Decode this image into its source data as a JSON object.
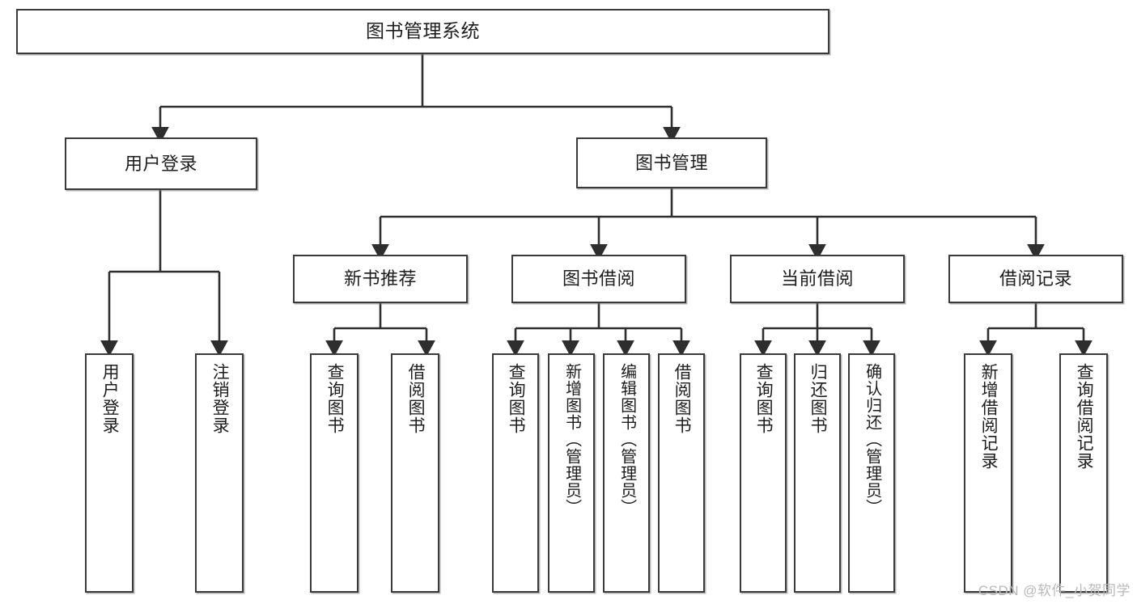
{
  "diagram": {
    "title": "图书管理系统",
    "type": "tree",
    "watermark": "CSDN @软件_小贺同学",
    "colors": {
      "stroke": "#3a3a3a",
      "fill": "#ffffff",
      "text": "#1d1d1d",
      "watermark": "#b9b9b9"
    },
    "nodes": {
      "root": {
        "label": "图书管理系统"
      },
      "level2": [
        {
          "id": "user-login",
          "label": "用户登录"
        },
        {
          "id": "book-manage",
          "label": "图书管理"
        }
      ],
      "level3": [
        {
          "id": "new-book-rec",
          "label": "新书推荐"
        },
        {
          "id": "book-borrow",
          "label": "图书借阅"
        },
        {
          "id": "current-borrow",
          "label": "当前借阅"
        },
        {
          "id": "borrow-record",
          "label": "借阅记录"
        }
      ],
      "leaves": {
        "user-login": [
          {
            "id": "leaf-user-login",
            "label": "用户登录"
          },
          {
            "id": "leaf-user-logout",
            "label": "注销登录"
          }
        ],
        "new-book-rec": [
          {
            "id": "leaf-query-book-1",
            "label": "查询图书"
          },
          {
            "id": "leaf-borrow-book-1",
            "label": "借阅图书"
          }
        ],
        "book-borrow": [
          {
            "id": "leaf-query-book-2",
            "label": "查询图书"
          },
          {
            "id": "leaf-add-book",
            "label": "新增图书（管理员）"
          },
          {
            "id": "leaf-edit-book",
            "label": "编辑图书（管理员）"
          },
          {
            "id": "leaf-borrow-book-2",
            "label": "借阅图书"
          }
        ],
        "current-borrow": [
          {
            "id": "leaf-query-book-3",
            "label": "查询图书"
          },
          {
            "id": "leaf-return-book",
            "label": "归还图书"
          },
          {
            "id": "leaf-confirm-return",
            "label": "确认归还（管理员）"
          }
        ],
        "borrow-record": [
          {
            "id": "leaf-add-record",
            "label": "新增借阅记录"
          },
          {
            "id": "leaf-query-record",
            "label": "查询借阅记录"
          }
        ]
      }
    }
  }
}
